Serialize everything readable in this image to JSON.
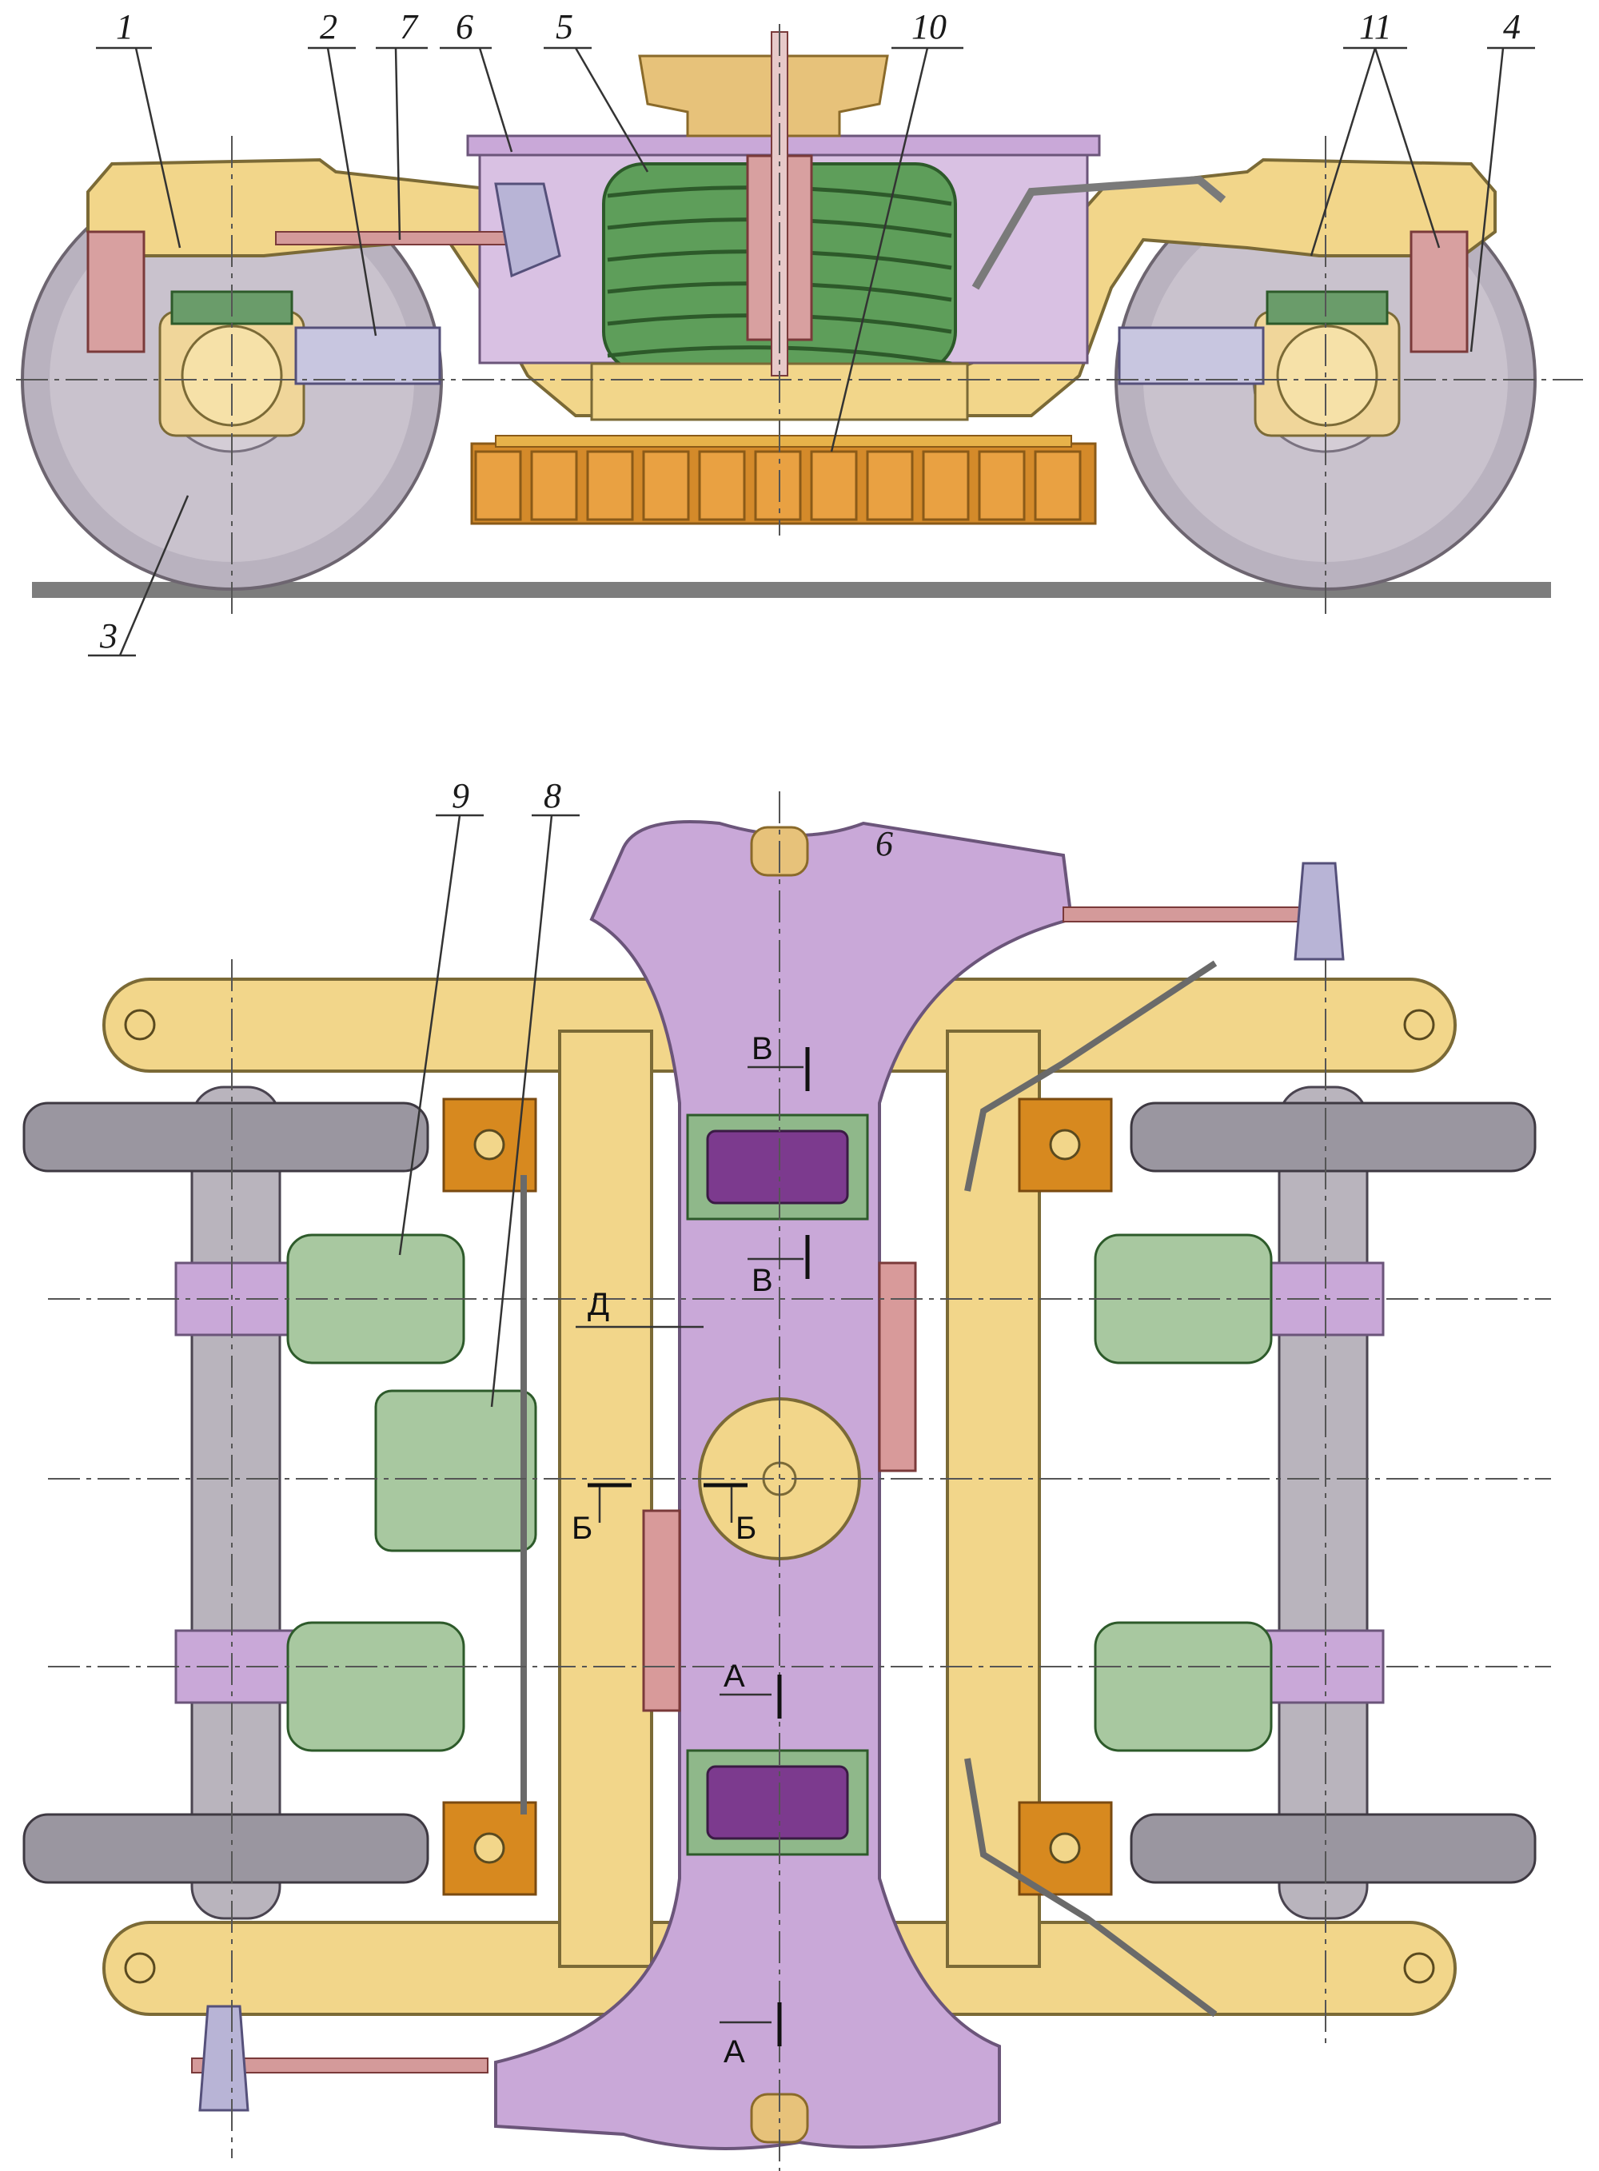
{
  "side_view": {
    "callouts": [
      {
        "id": "c1",
        "label": "1"
      },
      {
        "id": "c2",
        "label": "2"
      },
      {
        "id": "c7",
        "label": "7"
      },
      {
        "id": "c6",
        "label": "6"
      },
      {
        "id": "c5",
        "label": "5"
      },
      {
        "id": "c10",
        "label": "10"
      },
      {
        "id": "c11",
        "label": "11"
      },
      {
        "id": "c4",
        "label": "4"
      },
      {
        "id": "c3",
        "label": "3"
      }
    ]
  },
  "top_view": {
    "callouts": [
      {
        "id": "c9",
        "label": "9"
      },
      {
        "id": "c8",
        "label": "8"
      },
      {
        "id": "c6b",
        "label": "6"
      }
    ],
    "section_marks": {
      "v_top": "В",
      "v_bottom": "В",
      "d": "Д",
      "b_left": "Б",
      "b_right": "Б",
      "a_top": "А",
      "a_bottom": "А"
    }
  },
  "colors": {
    "frame": "#F2D68A",
    "bolster": "#C9A8D8",
    "spring": "#5E9E5A",
    "wheel": "#C7C0CC",
    "brake_shoe": "#E0962F",
    "damper": "#D8A0A0",
    "axlebox": "#A8C8A0",
    "rail": "#808080",
    "magnet": "#7C3A8E",
    "shoe_block": "#C87A20"
  }
}
